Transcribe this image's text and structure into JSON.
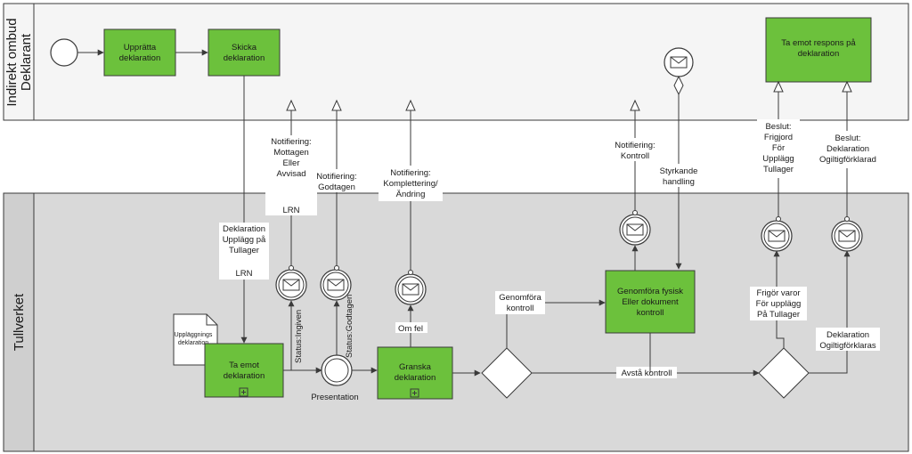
{
  "pools": {
    "top_line1": "Indirekt ombud",
    "top_line2": "Deklarant",
    "bottom": "Tullverket"
  },
  "tasks": {
    "upprata": [
      "Upprätta",
      "deklaration"
    ],
    "skicka": [
      "Skicka",
      "deklaration"
    ],
    "ta_emot_respons": [
      "Ta emot respons på",
      "deklaration"
    ],
    "ta_emot_dekl": [
      "Ta emot",
      "deklaration"
    ],
    "granska": [
      "Granska",
      "deklaration"
    ],
    "genomfora_fysisk": [
      "Genomföra fysisk",
      "Eller dokument",
      "kontroll"
    ]
  },
  "document": [
    "Uppläggnings",
    "deklaration"
  ],
  "labels": {
    "notif_mottagen": [
      "Notifiering:",
      "Mottagen",
      "Eller",
      "Avvisad",
      "",
      "LRN"
    ],
    "notif_godtagen": [
      "Notifiering:",
      "Godtagen"
    ],
    "notif_komplettering": [
      "Notifiering:",
      "Komplettering/",
      "Ändring"
    ],
    "notif_kontroll": [
      "Notifiering:",
      "Kontroll"
    ],
    "styrkande": [
      "Styrkande",
      "handling"
    ],
    "beslut_frigjord": [
      "Beslut:",
      "Frigjord",
      "För",
      "Upplägg",
      "Tullager"
    ],
    "beslut_ogiltig": [
      "Beslut:",
      "Deklaration",
      "Ogiltigförklarad"
    ],
    "deklaration_upplagg": [
      "Deklaration",
      "Upplägg på",
      "Tullager",
      "",
      "LRN"
    ],
    "status_ingiven": "Status:Ingiven",
    "status_godtagen": "Status:Godtagen",
    "presentation": "Presentation",
    "om_fel": "Om fel",
    "genomfora_kontroll": [
      "Genomföra",
      "kontroll"
    ],
    "avsta_kontroll": "Avstå kontroll",
    "frigor_varor": [
      "Frigör varor",
      "För upplägg",
      "På Tullager"
    ],
    "dekl_ogiltigforklaras": [
      "Deklaration",
      "Ogiltigförklaras"
    ]
  },
  "colors": {
    "task_fill": "#6cc13c",
    "task_stroke": "#3a3a3a",
    "pool_top_bg": "#f5f5f5",
    "pool_bottom_bg": "#d9d9d9",
    "line": "#3a3a3a"
  },
  "icons": {
    "message": "envelope-icon",
    "subprocess": "plus-box-icon"
  }
}
